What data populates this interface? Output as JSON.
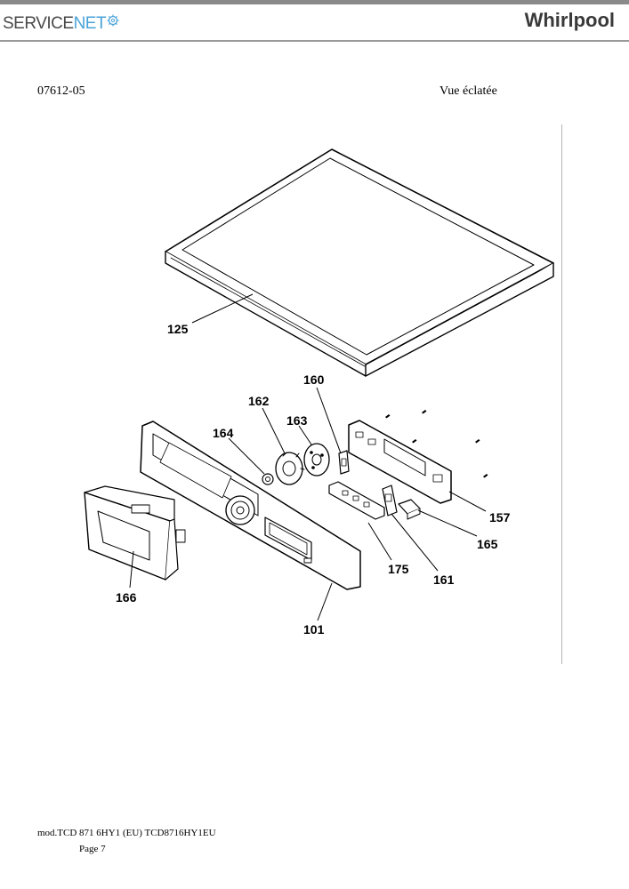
{
  "header": {
    "brand_left_a": "SERVICE",
    "brand_left_b": "NET",
    "brand_right": "Whirlpool",
    "accent_color": "#4aa3d8"
  },
  "doc_code": "07612-05",
  "view_title": "Vue éclatée",
  "callouts": {
    "c125": "125",
    "c160": "160",
    "c162": "162",
    "c163": "163",
    "c164": "164",
    "c157": "157",
    "c165": "165",
    "c175": "175",
    "c161": "161",
    "c166": "166",
    "c101": "101"
  },
  "footer": {
    "model": "mod.TCD 871 6HY1 (EU) TCD8716HY1EU",
    "page": "Page 7"
  }
}
